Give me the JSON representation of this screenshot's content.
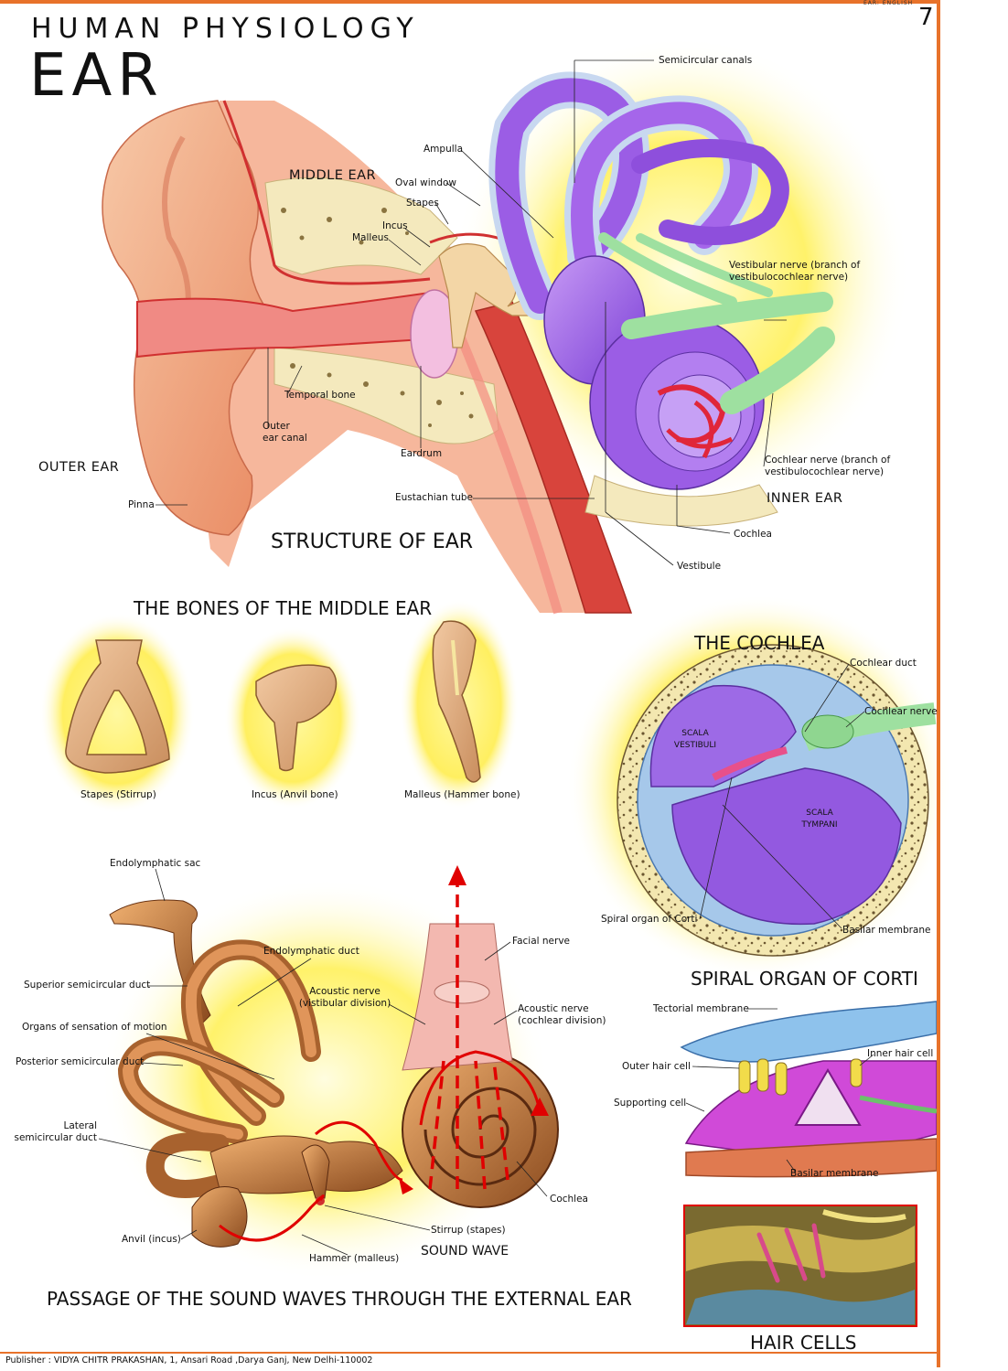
{
  "header": {
    "tag": "EAR: ENGLISH",
    "page_number": "7",
    "subject": "HUMAN PHYSIOLOGY",
    "title": "EAR"
  },
  "structure": {
    "heading": "STRUCTURE OF EAR",
    "sections": {
      "outer": "OUTER EAR",
      "middle": "MIDDLE EAR",
      "inner": "INNER EAR"
    },
    "labels": {
      "semicircular_canals": "Semicircular canals",
      "ampulla": "Ampulla",
      "oval_window": "Oval window",
      "stapes": "Stapes",
      "incus": "Incus",
      "malleus": "Malleus",
      "vestibular_nerve": "Vestibular nerve (branch of\nvestibulocochlear nerve)",
      "temporal_bone": "Temporal bone",
      "outer_ear_canal": "Outer\near canal",
      "eardrum": "Eardrum",
      "cochlear_nerve": "Cochlear nerve (branch of\nvestibulocochlear nerve)",
      "pinna": "Pinna",
      "eustachian_tube": "Eustachian tube",
      "cochlea": "Cochlea",
      "vestibule": "Vestibule"
    }
  },
  "bones": {
    "heading": "THE BONES OF THE MIDDLE EAR",
    "stapes": "Stapes (Stirrup)",
    "incus": "Incus (Anvil bone)",
    "malleus": "Malleus (Hammer bone)"
  },
  "cochlea_section": {
    "heading": "THE COCHLEA",
    "cochlear_duct": "Cochlear duct",
    "cochlear_nerve": "Cochlear nerve",
    "scala_vestibuli": "SCALA\nVESTIBULI",
    "scala_tympani": "SCALA\nTYMPANI",
    "spiral_organ": "Spiral organ of Corti",
    "basilar_membrane": "Basilar membrane"
  },
  "corti": {
    "heading": "SPIRAL ORGAN OF CORTI",
    "tectorial_membrane": "Tectorial membrane",
    "inner_hair_cell": "Inner hair cell",
    "outer_hair_cell": "Outer hair cell",
    "supporting_cell": "Supporting cell",
    "basilar_membrane": "Basilar membrane"
  },
  "passage": {
    "heading": "PASSAGE OF THE SOUND WAVES THROUGH THE EXTERNAL EAR",
    "endolymphatic_sac": "Endolymphatic sac",
    "endolymphatic_duct": "Endolymphatic duct",
    "superior_duct": "Superior semicircular duct",
    "organs_motion": "Organs of sensation of motion",
    "posterior_duct": "Posterior semicircular duct",
    "lateral_duct": "Lateral\nsemicircular duct",
    "acoustic_vest": "Acoustic nerve\n(vistibular division)",
    "facial_nerve": "Facial nerve",
    "acoustic_coch": "Acoustic nerve\n(cochlear division)",
    "cochlea": "Cochlea",
    "stirrup": "Stirrup (stapes)",
    "anvil": "Anvil (incus)",
    "hammer": "Hammer (malleus)",
    "sound_wave": "SOUND WAVE"
  },
  "hair_cells": {
    "heading": "HAIR CELLS"
  },
  "publisher": "Publisher : VIDYA CHITR PRAKASHAN, 1, Ansari Road ,Darya Ganj, New Delhi-110002"
}
